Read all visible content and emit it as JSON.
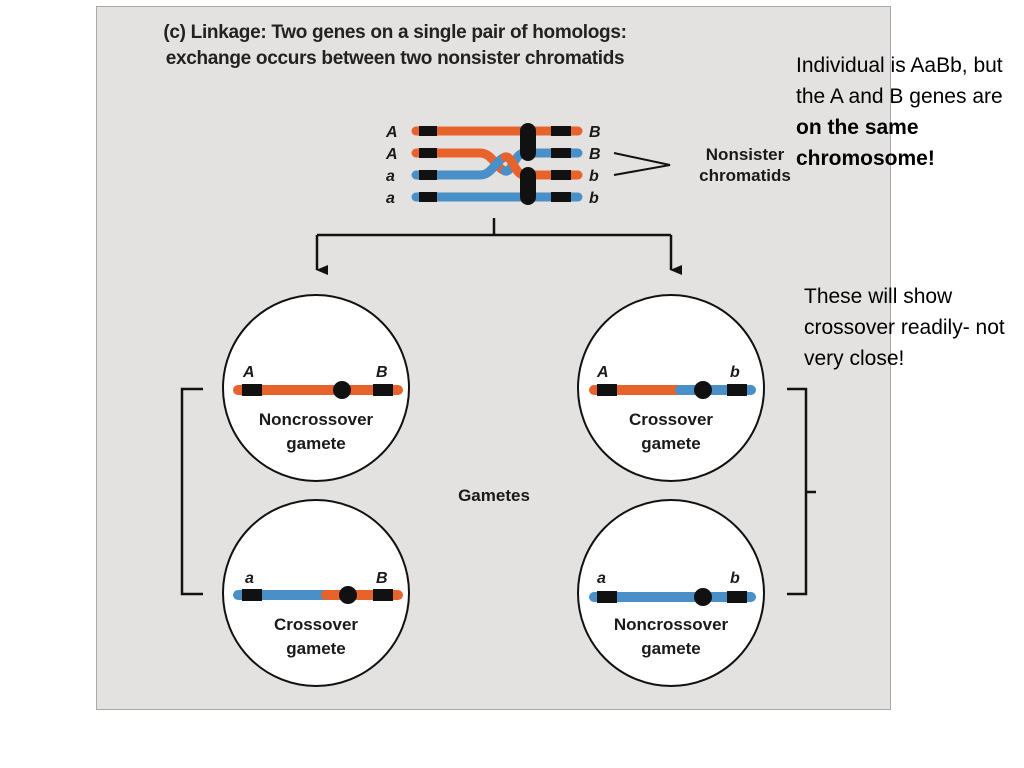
{
  "figure": {
    "title": "(c) Linkage: Two genes on a single pair of homologs: exchange occurs between two nonsister chromatids",
    "chromatid_labels": {
      "left": [
        "A",
        "A",
        "a",
        "a"
      ],
      "right": [
        "B",
        "B",
        "b",
        "b"
      ]
    },
    "nonsister_label_line1": "Nonsister",
    "nonsister_label_line2": "chromatids",
    "gametes_label": "Gametes",
    "gametes": [
      {
        "left_label": "A",
        "right_label": "B",
        "type_line1": "Noncrossover",
        "type_line2": "gamete"
      },
      {
        "left_label": "A",
        "right_label": "b",
        "type_line1": "Crossover",
        "type_line2": "gamete"
      },
      {
        "left_label": "a",
        "right_label": "B",
        "type_line1": "Crossover",
        "type_line2": "gamete"
      },
      {
        "left_label": "a",
        "right_label": "b",
        "type_line1": "Noncrossover",
        "type_line2": "gamete"
      }
    ],
    "colors": {
      "orange": "#e8622c",
      "blue": "#4a90c8",
      "black": "#111111",
      "panel": "#e3e2e1"
    }
  },
  "notes": {
    "note1_plain": "Individual is AaBb, but the A and B genes are",
    "note1_bold": "on the same chromosome!",
    "note2": "These will show crossover readily- not very close!"
  }
}
